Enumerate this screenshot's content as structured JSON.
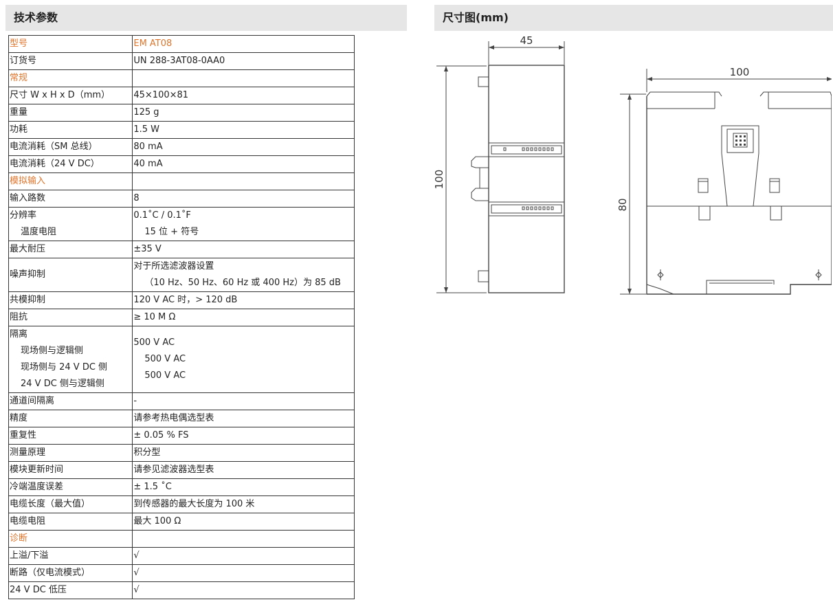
{
  "headers": {
    "left": "技术参数",
    "right": "尺寸图(mm)"
  },
  "rows": [
    {
      "label": "型号",
      "value": "EM AT08",
      "orange": true
    },
    {
      "label": "订货号",
      "value": "UN 288-3AT08-0AA0"
    },
    {
      "label": "常规",
      "value": "",
      "orange": true
    },
    {
      "label": "尺寸 W x H x D（mm）",
      "value": "45×100×81"
    },
    {
      "label": "重量",
      "value": "125 g"
    },
    {
      "label": "功耗",
      "value": "1.5 W"
    },
    {
      "label": "电流消耗（SM 总线）",
      "value": "80 mA"
    },
    {
      "label": "电流消耗（24 V DC）",
      "value": "40 mA"
    },
    {
      "label": "模拟输入",
      "value": "",
      "orange": true
    },
    {
      "label": "输入路数",
      "value": "8"
    },
    {
      "label": "分辨率",
      "label_sub": [
        "温度电阻"
      ],
      "value": "0.1˚C / 0.1˚F",
      "value_sub": [
        "15 位 + 符号"
      ]
    },
    {
      "label": "最大耐压",
      "value": "±35 V"
    },
    {
      "label": "噪声抑制",
      "value": "对于所选滤波器设置",
      "value_sub": [
        "（10 Hz、50 Hz、60 Hz 或 400 Hz）为 85 dB"
      ]
    },
    {
      "label": "共模抑制",
      "value": "120 V AC 时，> 120 dB"
    },
    {
      "label": "阻抗",
      "value": "≥ 10 M Ω"
    },
    {
      "label": "隔离",
      "label_sub": [
        "现场侧与逻辑侧",
        "现场侧与 24 V DC 侧",
        "24 V DC 侧与逻辑侧"
      ],
      "value": "500 V AC",
      "value_sub": [
        "500 V AC",
        "500 V AC"
      ]
    },
    {
      "label": "通道间隔离",
      "value": " -"
    },
    {
      "label": "精度",
      "value": "请参考热电偶选型表"
    },
    {
      "label": "重复性",
      "value": "± 0.05 % FS"
    },
    {
      "label": "测量原理",
      "value": "积分型"
    },
    {
      "label": "模块更新时间",
      "value": "请参见滤波器选型表"
    },
    {
      "label": "冷端温度误差",
      "value": "± 1.5 ˚C"
    },
    {
      "label": "电缆长度（最大值）",
      "value": "到传感器的最大长度为 100 米"
    },
    {
      "label": "电缆电阻",
      "value": "最大 100 Ω"
    },
    {
      "label": "诊断",
      "value": "",
      "orange": true
    },
    {
      "label": "上溢/下溢",
      "value": "√"
    },
    {
      "label": "断路（仅电流模式）",
      "value": "√"
    },
    {
      "label": "24 V DC 低压",
      "value": "√"
    }
  ],
  "drawing": {
    "front_width": "45",
    "front_height": "100",
    "side_width": "100",
    "side_depth": "80"
  },
  "colors": {
    "section_label": "#e0762e",
    "header_bg": "#e6e6e6"
  }
}
